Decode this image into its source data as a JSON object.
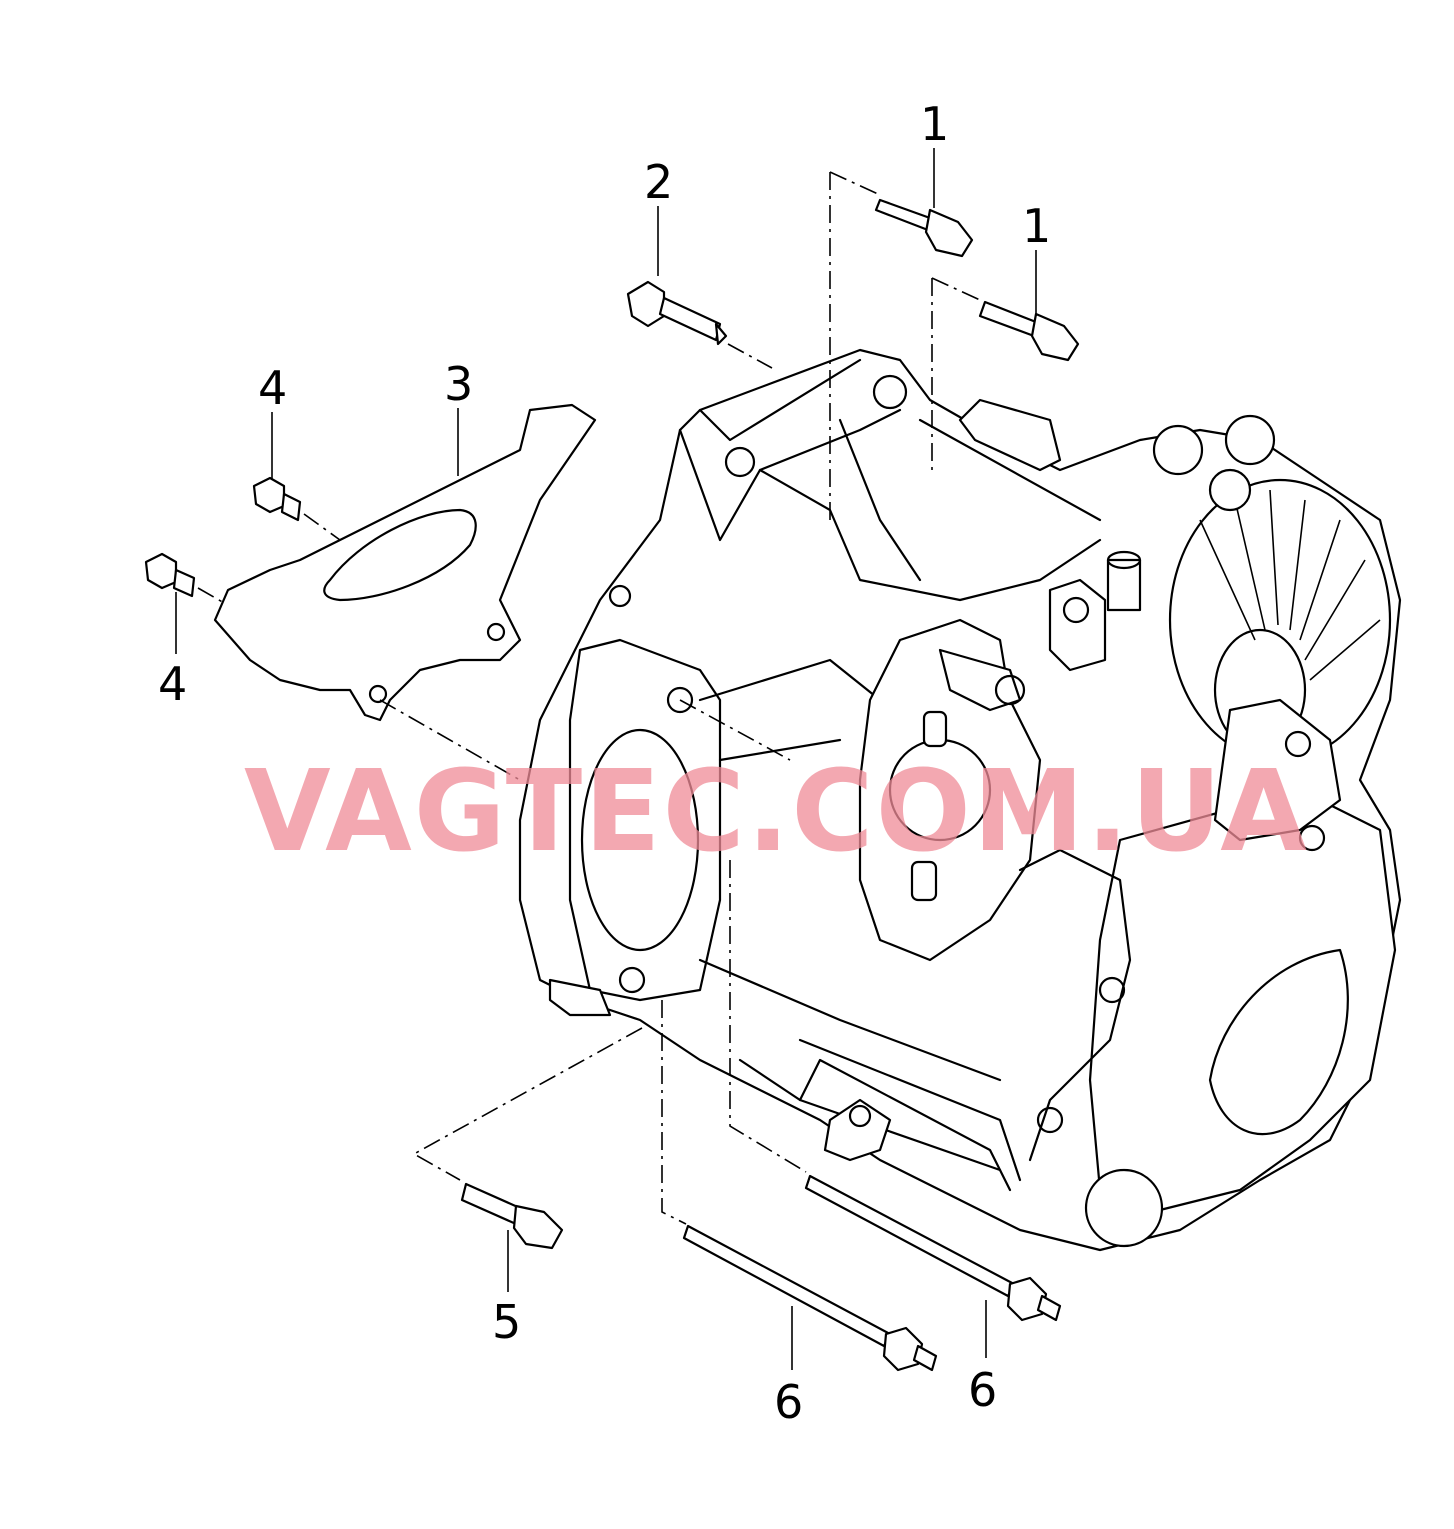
{
  "callouts": {
    "c1a": "1",
    "c1b": "1",
    "c2": "2",
    "c3": "3",
    "c4a": "4",
    "c4b": "4",
    "c5": "5",
    "c6a": "6",
    "c6b": "6"
  },
  "watermark": "VAGTEC.COM.UA",
  "colors": {
    "line": "#000000",
    "background": "#ffffff",
    "watermark": "#f08c98"
  }
}
